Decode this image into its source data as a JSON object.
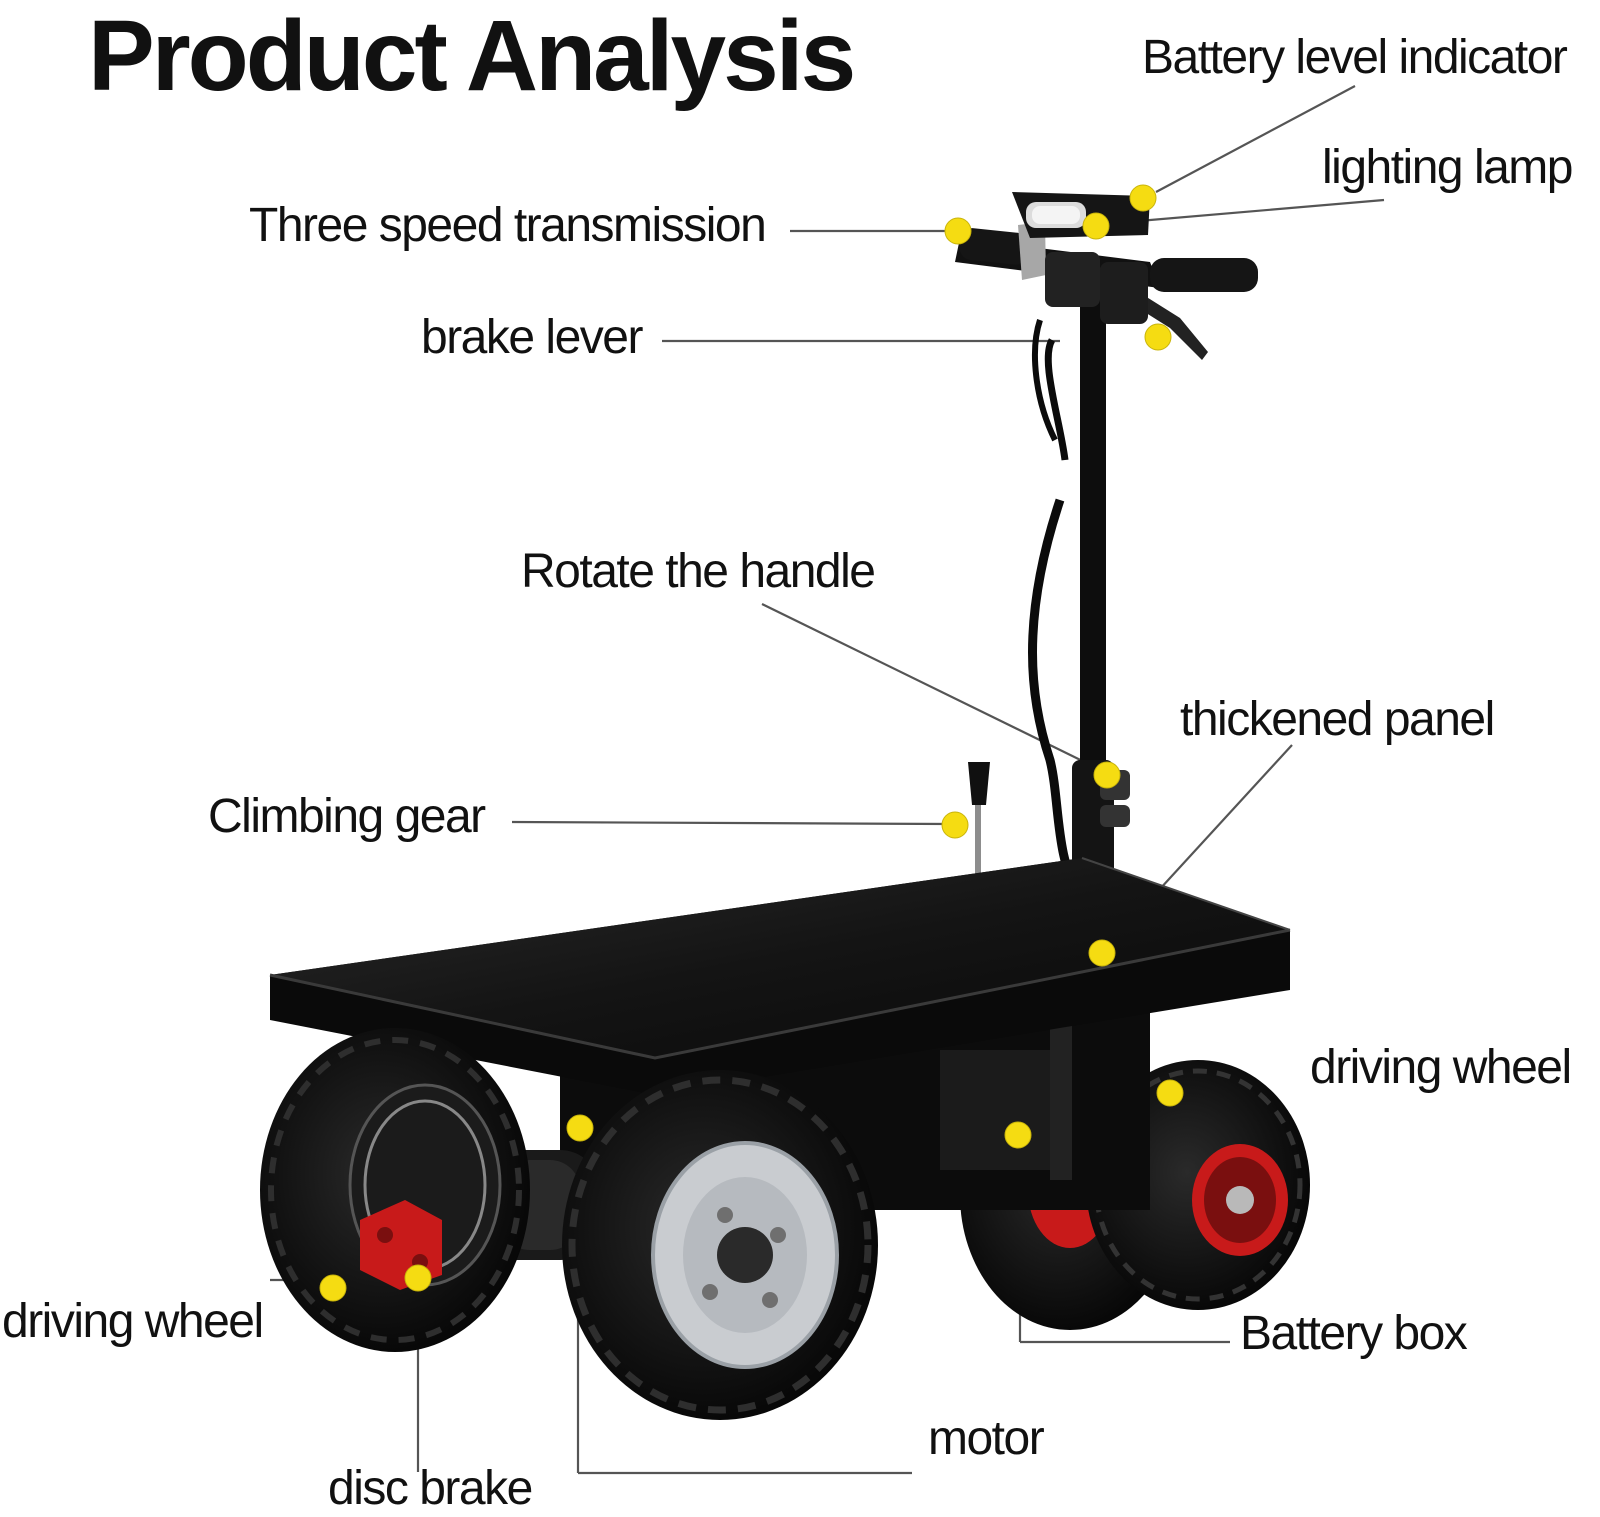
{
  "title": "Product Analysis",
  "labels": {
    "battery_level_indicator": "Battery level indicator",
    "lighting_lamp": "lighting lamp",
    "three_speed_transmission": "Three speed transmission",
    "brake_lever": "brake lever",
    "rotate_the_handle": "Rotate the handle",
    "thickened_panel": "thickened panel",
    "climbing_gear": "Climbing gear",
    "driving_wheel_right": "driving wheel",
    "driving_wheel_left": "driving wheel",
    "battery_box": "Battery box",
    "motor": "motor",
    "disc_brake": "disc brake"
  },
  "colors": {
    "marker": "#f5dc12",
    "body": "#0d0d0d",
    "rim_red": "#c81a1a",
    "rim_silver": "#c9ccd0",
    "leader_line": "#555555"
  }
}
